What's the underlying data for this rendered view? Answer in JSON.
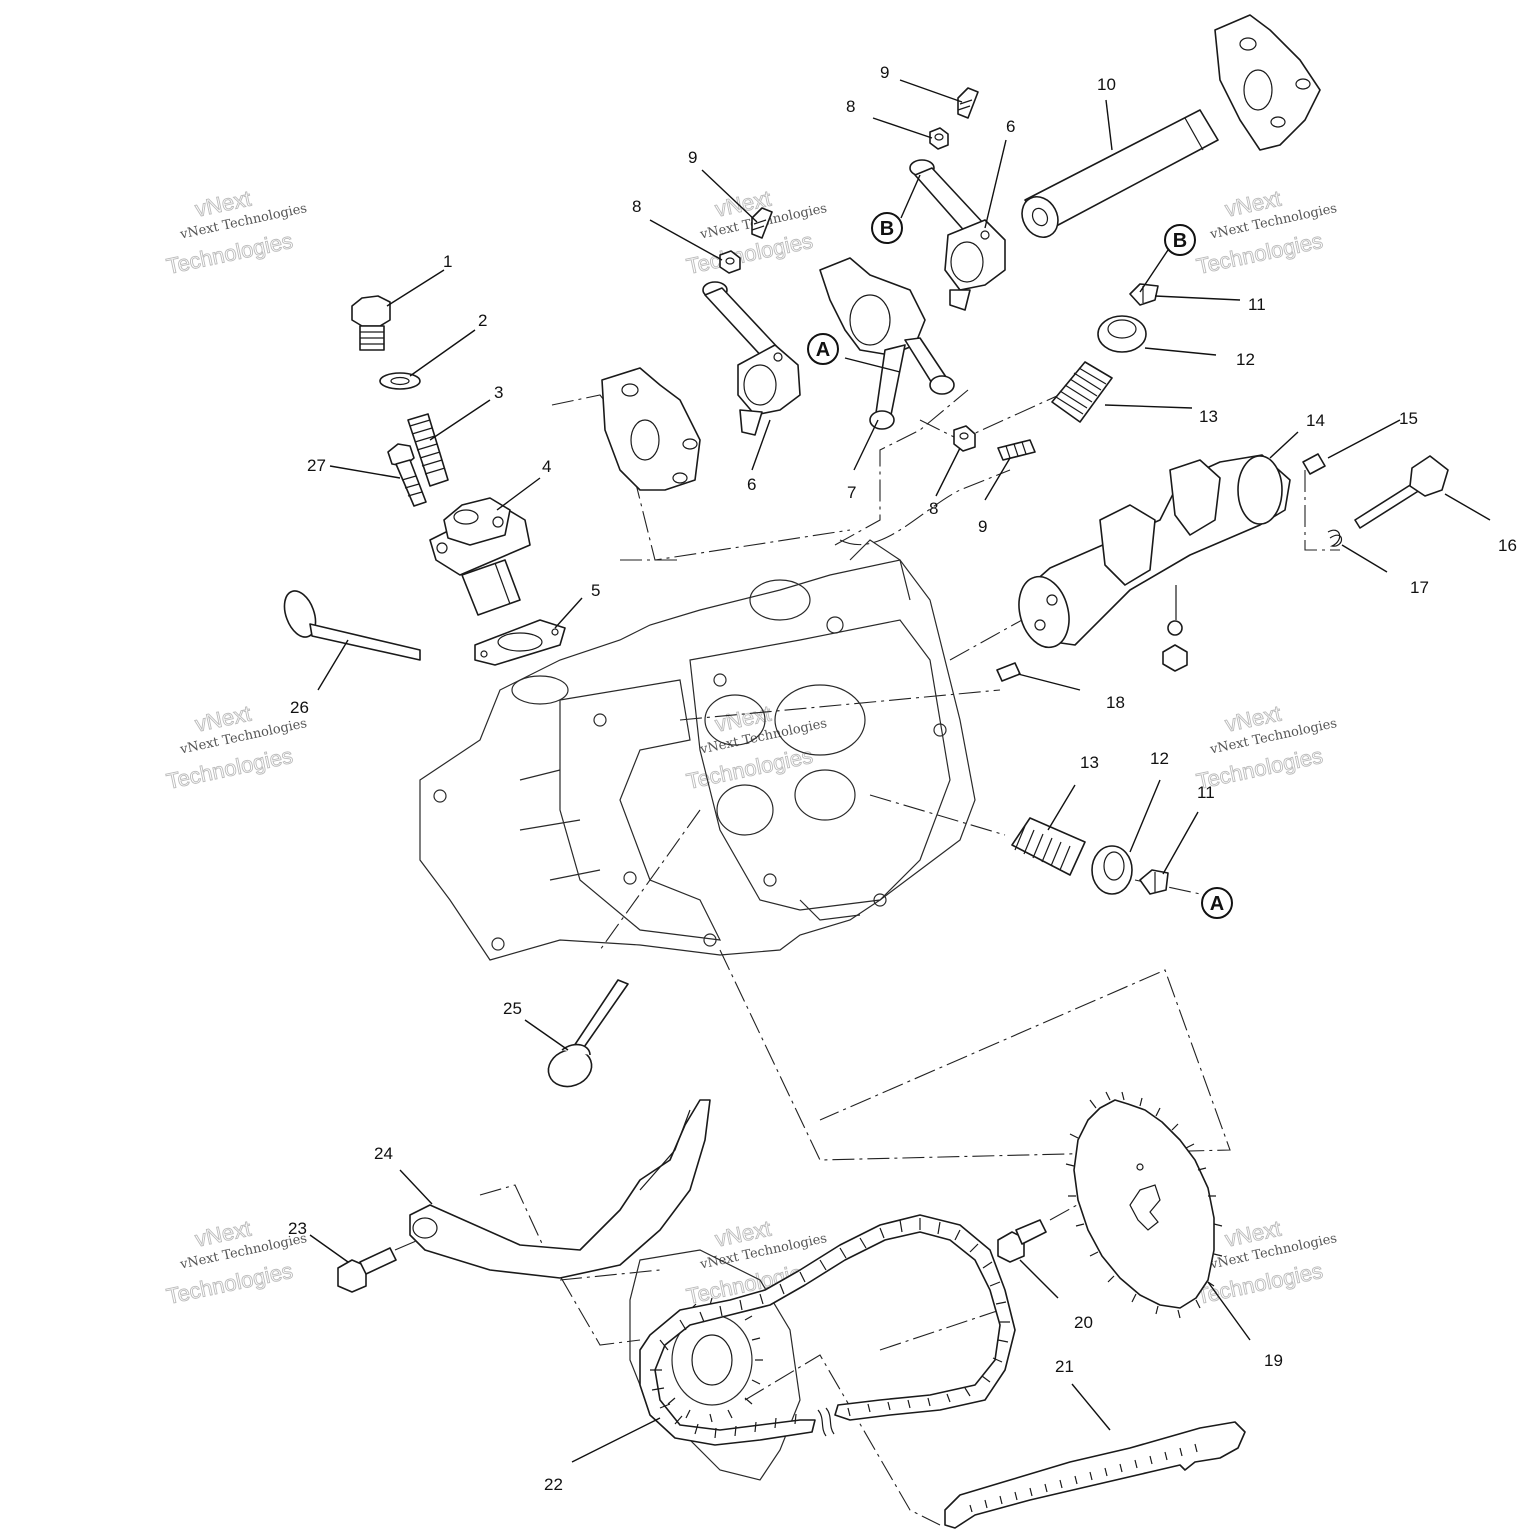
{
  "callouts": [
    {
      "id": "c1",
      "label": "1"
    },
    {
      "id": "c2",
      "label": "2"
    },
    {
      "id": "c3",
      "label": "3"
    },
    {
      "id": "c4",
      "label": "4"
    },
    {
      "id": "c5",
      "label": "5"
    },
    {
      "id": "c6a",
      "label": "6"
    },
    {
      "id": "c6b",
      "label": "6"
    },
    {
      "id": "c7",
      "label": "7"
    },
    {
      "id": "c8a",
      "label": "8"
    },
    {
      "id": "c8b",
      "label": "8"
    },
    {
      "id": "c8c",
      "label": "8"
    },
    {
      "id": "c9a",
      "label": "9"
    },
    {
      "id": "c9b",
      "label": "9"
    },
    {
      "id": "c9c",
      "label": "9"
    },
    {
      "id": "c10",
      "label": "10"
    },
    {
      "id": "c11a",
      "label": "11"
    },
    {
      "id": "c11b",
      "label": "11"
    },
    {
      "id": "c12a",
      "label": "12"
    },
    {
      "id": "c12b",
      "label": "12"
    },
    {
      "id": "c13a",
      "label": "13"
    },
    {
      "id": "c13b",
      "label": "13"
    },
    {
      "id": "c14",
      "label": "14"
    },
    {
      "id": "c15",
      "label": "15"
    },
    {
      "id": "c16",
      "label": "16"
    },
    {
      "id": "c17",
      "label": "17"
    },
    {
      "id": "c18",
      "label": "18"
    },
    {
      "id": "c19",
      "label": "19"
    },
    {
      "id": "c20",
      "label": "20"
    },
    {
      "id": "c21",
      "label": "21"
    },
    {
      "id": "c22",
      "label": "22"
    },
    {
      "id": "c23",
      "label": "23"
    },
    {
      "id": "c24",
      "label": "24"
    },
    {
      "id": "c25",
      "label": "25"
    },
    {
      "id": "c26",
      "label": "26"
    },
    {
      "id": "c27",
      "label": "27"
    }
  ],
  "reference_markers": [
    {
      "id": "refA1",
      "label": "A"
    },
    {
      "id": "refA2",
      "label": "A"
    },
    {
      "id": "refB1",
      "label": "B"
    },
    {
      "id": "refB2",
      "label": "B"
    }
  ],
  "watermark": {
    "line1": "vNext Technologies",
    "line2": "vNext",
    "line3": "Technologies"
  }
}
